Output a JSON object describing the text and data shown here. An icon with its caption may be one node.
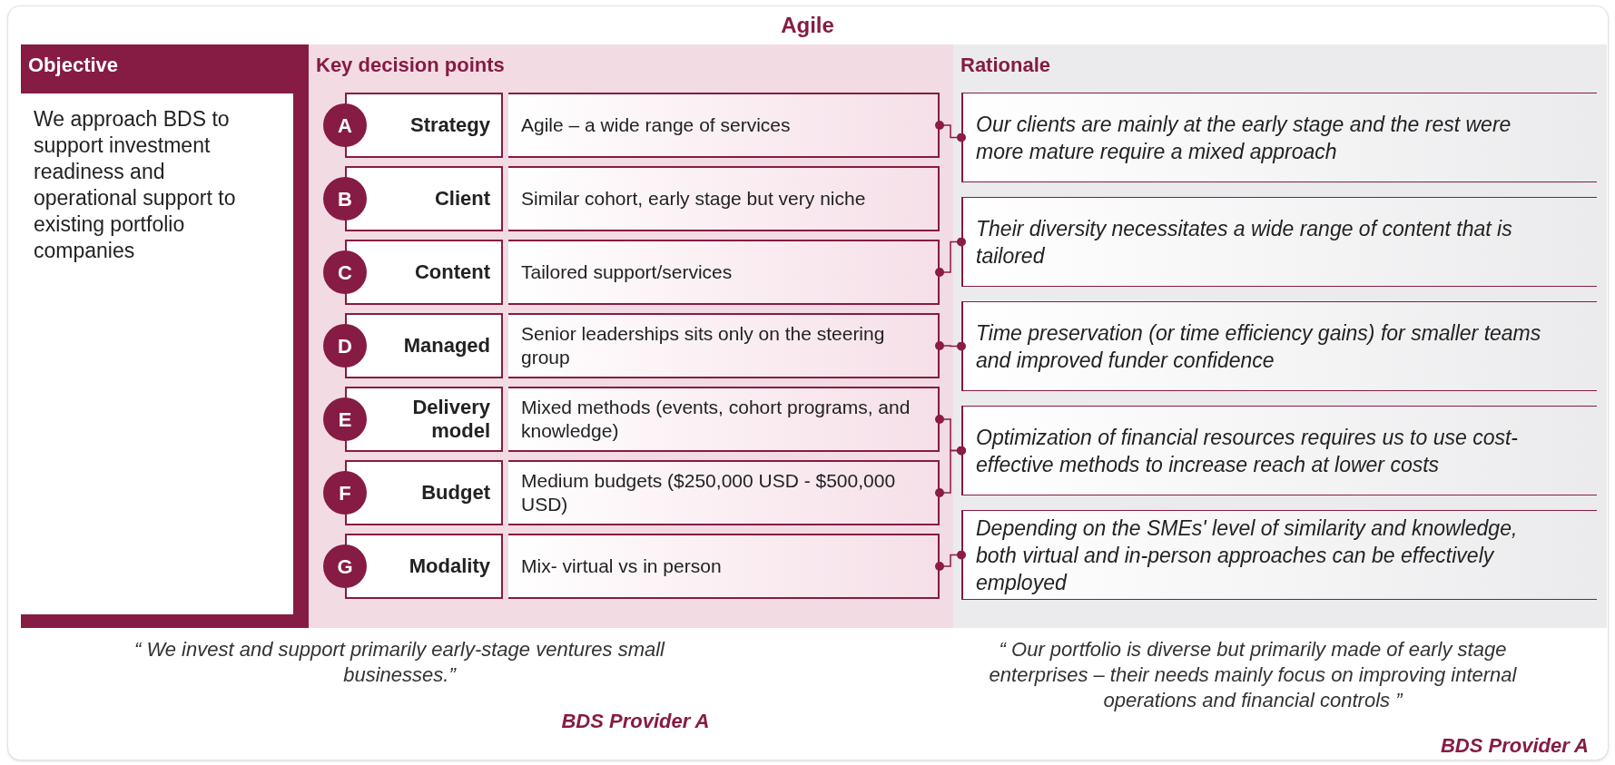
{
  "diagram": {
    "title": "Agile",
    "nodes": [
      {
        "text": [
          "Objective"
        ]
      },
      {
        "text": [
          "We approach BDS to support investment readiness and operational support to existing portfolio companies"
        ],
        "in": 0
      },
      {
        "text": [
          "Key decision points"
        ]
      },
      {
        "text": [
          "Rationale"
        ]
      },
      {
        "text": [
          "A"
        ],
        "in": 2
      },
      {
        "text": [
          "Strategy"
        ],
        "in": 2
      },
      {
        "text": [
          "Agile – a wide range of services"
        ],
        "in": 2
      },
      {
        "text": [
          "B"
        ],
        "in": 2
      },
      {
        "text": [
          "Client"
        ],
        "in": 2
      },
      {
        "text": [
          "Similar cohort, early stage but very niche"
        ],
        "in": 2
      },
      {
        "text": [
          "C"
        ],
        "in": 2
      },
      {
        "text": [
          "Content"
        ],
        "in": 2
      },
      {
        "text": [
          "Tailored support/services"
        ],
        "in": 2
      },
      {
        "text": [
          "D"
        ],
        "in": 2
      },
      {
        "text": [
          "Managed"
        ],
        "in": 2
      },
      {
        "text": [
          "Senior leaderships sits only on the steering group"
        ],
        "in": 2
      },
      {
        "text": [
          "E"
        ],
        "in": 2
      },
      {
        "text": [
          "Delivery model"
        ],
        "in": 2
      },
      {
        "text": [
          "Mixed methods (events, cohort programs, and knowledge)"
        ],
        "in": 2
      },
      {
        "text": [
          "F"
        ],
        "in": 2
      },
      {
        "text": [
          "Budget"
        ],
        "in": 2
      },
      {
        "text": [
          "Medium budgets ($250,000 USD - $500,000 USD)"
        ],
        "in": 2
      },
      {
        "text": [
          "G"
        ],
        "in": 2
      },
      {
        "text": [
          "Modality"
        ],
        "in": 2
      },
      {
        "text": [
          "Mix- virtual vs in person"
        ],
        "in": 2
      },
      {
        "text": [
          "Our clients are mainly at the early stage and the rest were more mature require a mixed approach"
        ],
        "in": 3
      },
      {
        "text": [
          "Their diversity necessitates a wide range of content that is tailored"
        ],
        "in": 3
      },
      {
        "text": [
          "Time preservation (or time efficiency gains) for smaller teams and improved funder confidence"
        ],
        "in": 3
      },
      {
        "text": [
          "Optimization of financial resources requires us to use cost-effective methods to increase reach at lower costs"
        ],
        "in": 3
      },
      {
        "text": [
          "Depending on the SMEs' level of similarity and knowledge, both virtual and in-person approaches can be effectively employed"
        ],
        "in": 3
      }
    ],
    "edges": [
      {
        "from": 6,
        "to": 25,
        "arrow": "other"
      },
      {
        "from": 12,
        "to": 26,
        "arrow": "other"
      },
      {
        "from": 15,
        "to": 27,
        "arrow": "other"
      },
      {
        "from": 18,
        "to": 28,
        "arrow": "other"
      },
      {
        "from": 21,
        "to": 28,
        "arrow": "other"
      },
      {
        "from": 24,
        "to": 29,
        "arrow": "other"
      }
    ],
    "labels": [
      "“ We invest and support primarily early-stage ventures small businesses.”",
      "BDS Provider A",
      "“ Our portfolio is diverse but primarily made of early stage enterprises – their needs mainly focus on improving internal operations and financial controls ”",
      "BDS Provider A"
    ]
  }
}
